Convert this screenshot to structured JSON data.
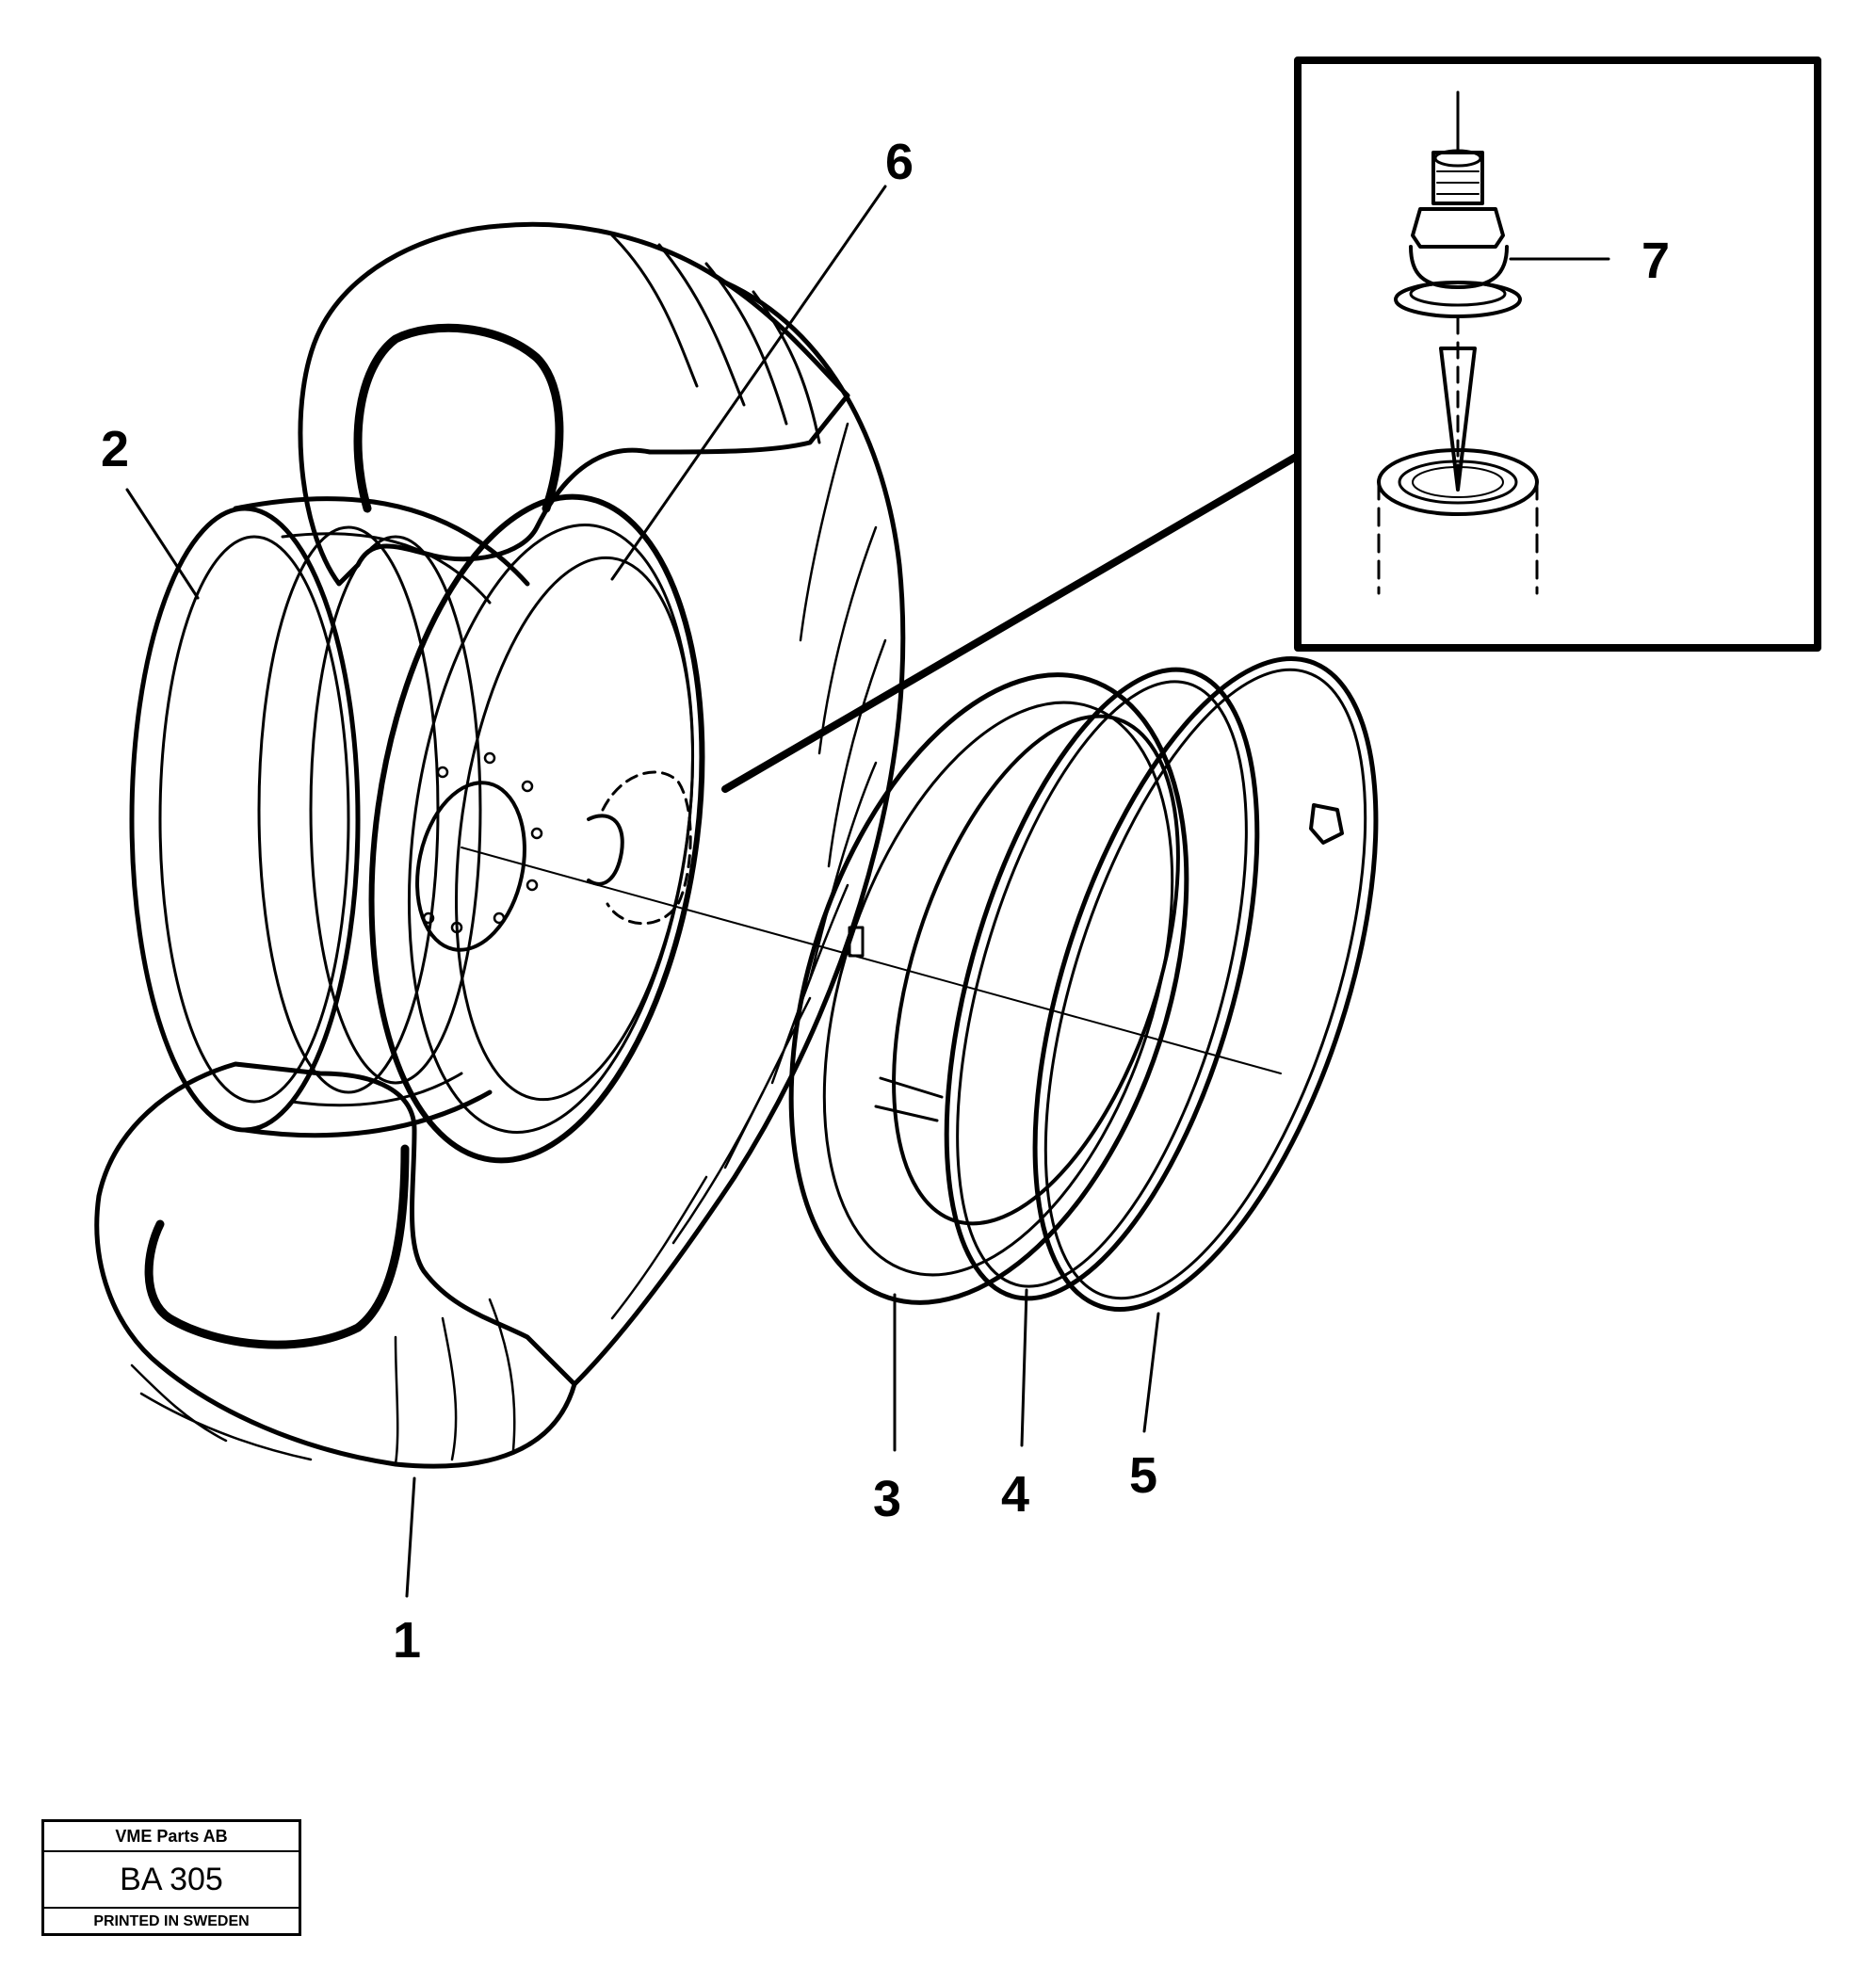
{
  "figure": {
    "callouts": {
      "c1": "1",
      "c2": "2",
      "c3": "3",
      "c4": "4",
      "c5": "5",
      "c6": "6",
      "c7": "7"
    }
  },
  "title_block": {
    "company": "VME Parts AB",
    "code": "BA 305",
    "printed": "PRINTED IN SWEDEN"
  },
  "colors": {
    "ink": "#000000",
    "paper": "#ffffff"
  }
}
